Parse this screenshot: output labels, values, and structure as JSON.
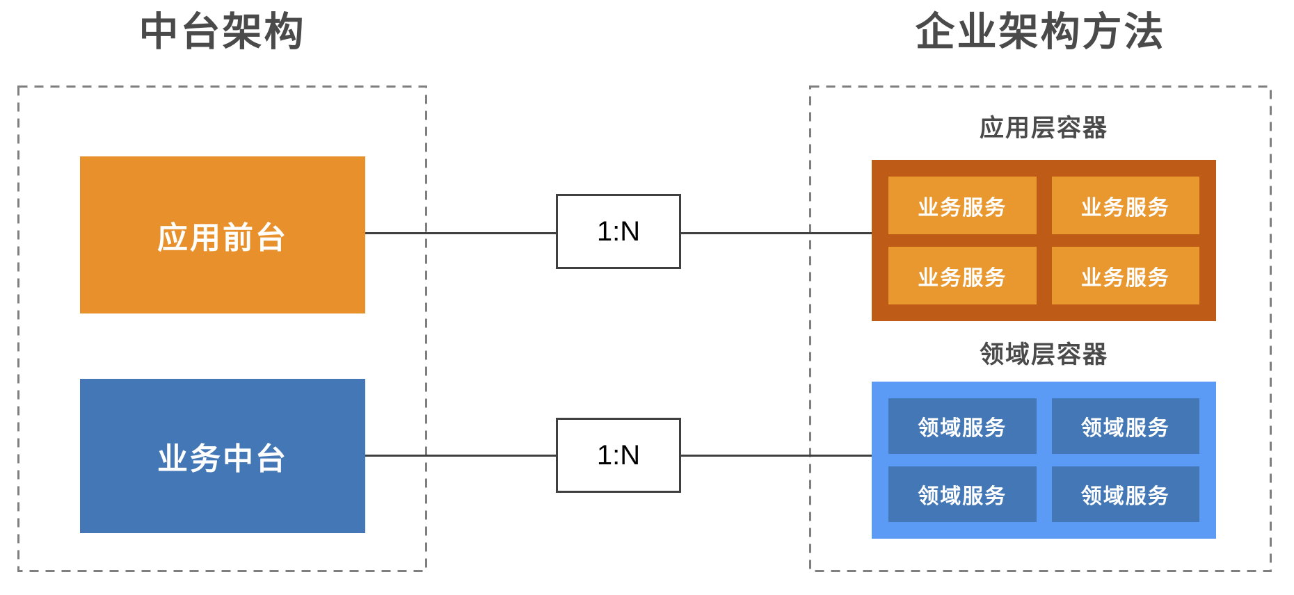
{
  "colors": {
    "orange": "#E8912C",
    "orange_dark": "#BD5B17",
    "orange_light": "#E9982F",
    "blue": "#4377B5",
    "blue_light": "#5B9BF5",
    "title_text": "#4A4A4A",
    "line": "#3F3F3F",
    "dash": "#7F7F7F"
  },
  "left_panel": {
    "title": "中台架构",
    "boxes": [
      {
        "label": "应用前台"
      },
      {
        "label": "业务中台"
      }
    ]
  },
  "connectors": [
    {
      "label": "1:N"
    },
    {
      "label": "1:N"
    }
  ],
  "right_panel": {
    "title": "企业架构方法",
    "containers": [
      {
        "title": "应用层容器",
        "services": [
          "业务服务",
          "业务服务",
          "业务服务",
          "业务服务"
        ]
      },
      {
        "title": "领域层容器",
        "services": [
          "领域服务",
          "领域服务",
          "领域服务",
          "领域服务"
        ]
      }
    ]
  }
}
